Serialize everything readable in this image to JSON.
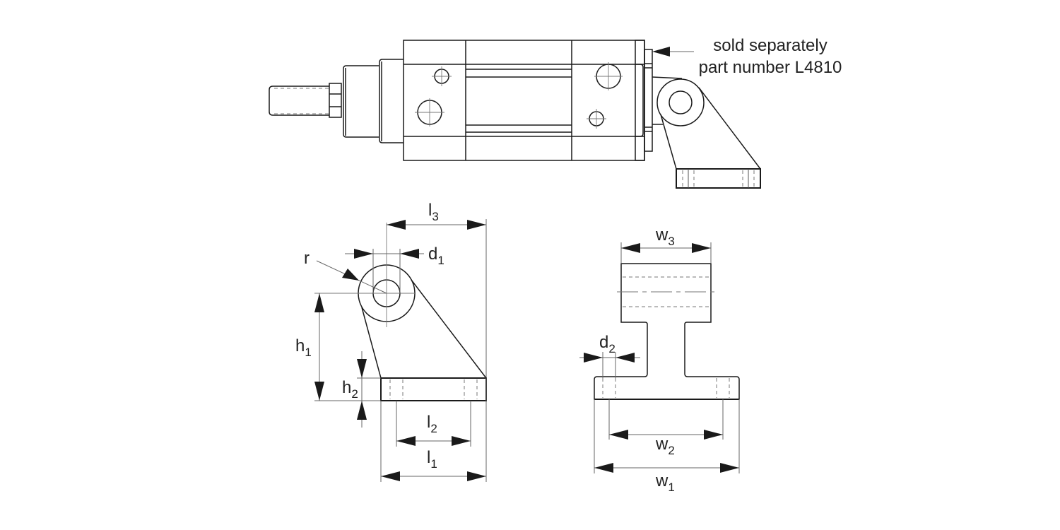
{
  "title": "Cylinder clevis mounting bracket dimension drawing",
  "callout": {
    "line1": "sold separately",
    "line2": "part number L4810"
  },
  "dimensions": {
    "l3": {
      "base": "l",
      "sub": "3"
    },
    "d1": {
      "base": "d",
      "sub": "1"
    },
    "r": {
      "base": "r",
      "sub": ""
    },
    "h1": {
      "base": "h",
      "sub": "1"
    },
    "h2": {
      "base": "h",
      "sub": "2"
    },
    "l2": {
      "base": "l",
      "sub": "2"
    },
    "l1": {
      "base": "l",
      "sub": "1"
    },
    "w3": {
      "base": "w",
      "sub": "3"
    },
    "d2": {
      "base": "d",
      "sub": "2"
    },
    "w2": {
      "base": "w",
      "sub": "2"
    },
    "w1": {
      "base": "w",
      "sub": "1"
    }
  }
}
